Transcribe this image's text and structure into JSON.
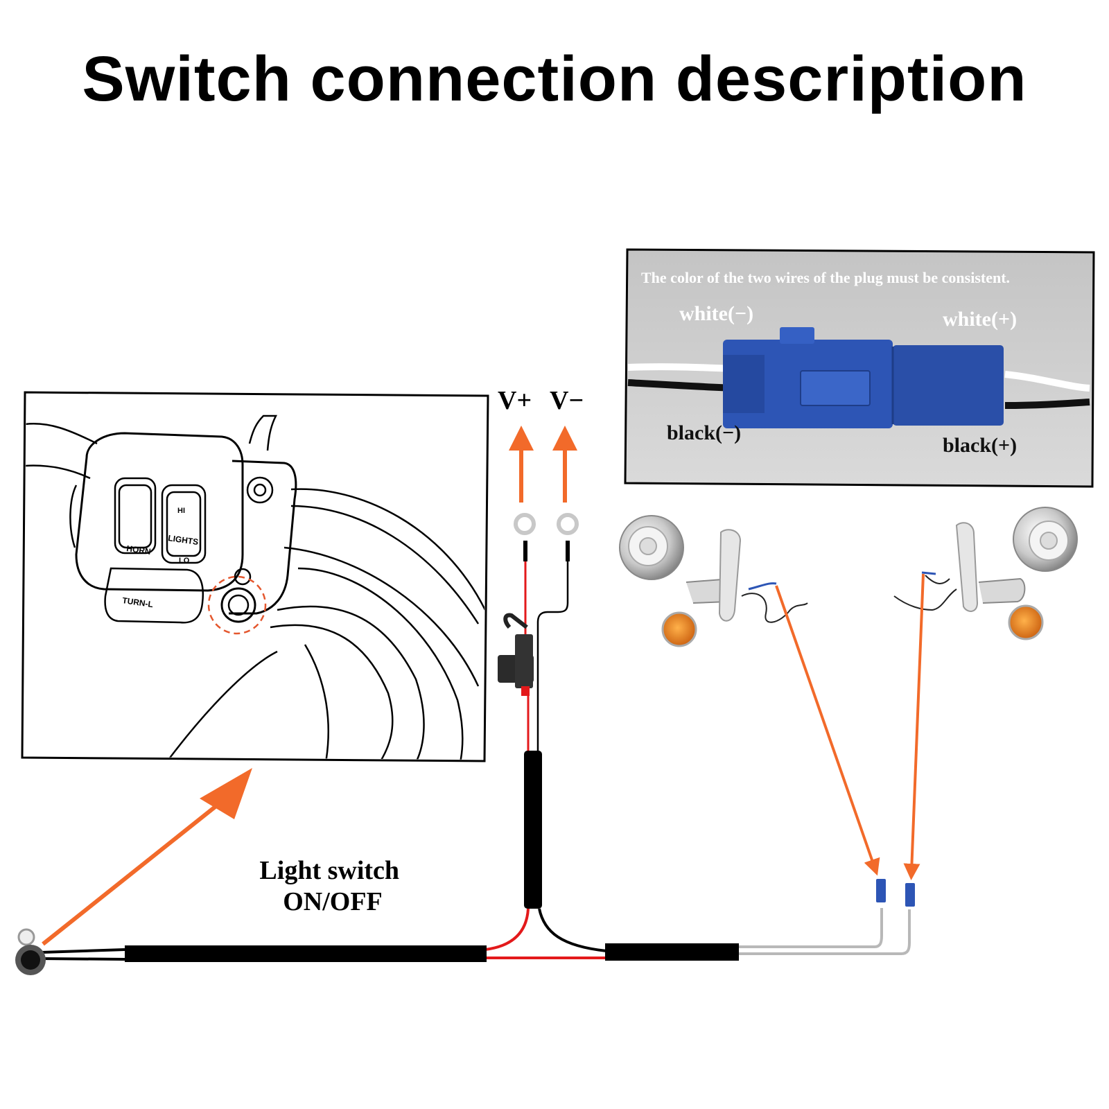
{
  "title": "Switch connection description",
  "labels": {
    "v_plus": "V+",
    "v_minus": "V−",
    "light_switch": [
      "Light switch",
      "ON/OFF"
    ]
  },
  "handlebar_controls": {
    "horn": "HORN",
    "hi": "HI",
    "lights": "LIGHTS",
    "lo": "LO",
    "turn": "TURN-L"
  },
  "plug_photo": {
    "caption": "The color of the two wires of the plug must be consistent.",
    "white_minus": "white(−)",
    "white_plus": "white(+)",
    "black_minus": "black(−)",
    "black_plus": "black(+)"
  },
  "colors": {
    "arrow": "#f26a2a",
    "wire_red": "#e3191b",
    "wire_black": "#000000",
    "connector_blue": "#2d55b5",
    "amber": "#e07a1a"
  }
}
